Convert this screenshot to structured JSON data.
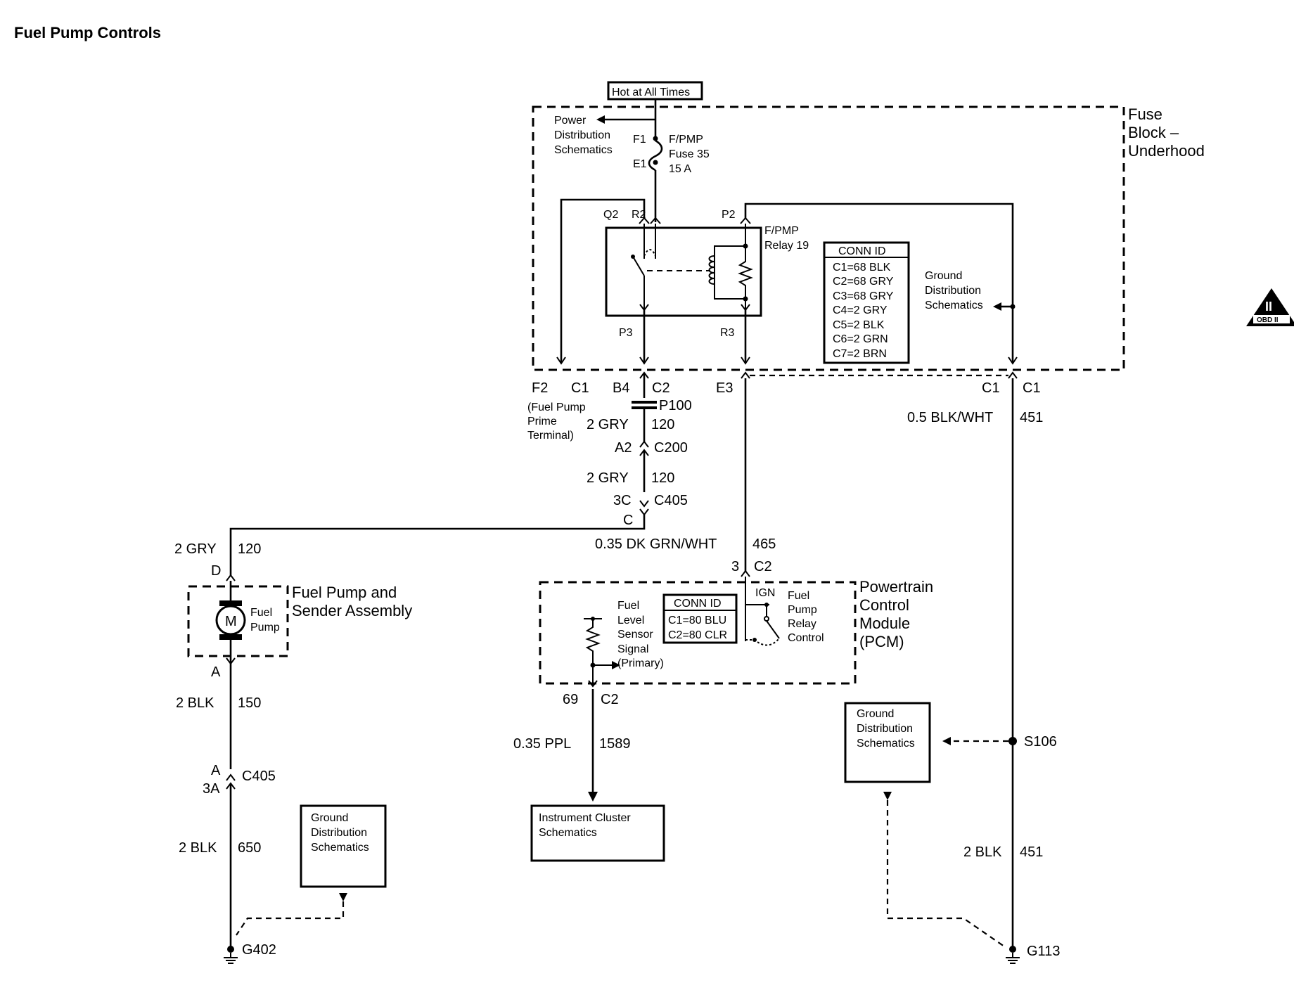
{
  "title": "Fuel Pump Controls",
  "hot_label": "Hot at All Times",
  "fuse_block": {
    "line1": "Fuse",
    "line2": "Block –",
    "line3": "Underhood"
  },
  "power_dist": [
    "Power",
    "Distribution",
    "Schematics"
  ],
  "fuse": {
    "pin_top": "F1",
    "pin_bottom": "E1",
    "line1": "F/PMP",
    "line2": "Fuse 35",
    "line3": "15 A"
  },
  "relay": {
    "line1": "F/PMP",
    "line2": "Relay 19",
    "pins": {
      "q2": "Q2",
      "r2": "R2",
      "p2": "P2",
      "p3": "P3",
      "r3": "R3"
    }
  },
  "conn_id_top": {
    "header": "CONN ID",
    "items": [
      "C1=68 BLK",
      "C2=68 GRY",
      "C3=68 GRY",
      "C4=2 GRY",
      "C5=2 BLK",
      "C6=2 GRN",
      "C7=2 BRN"
    ]
  },
  "ground_dist": [
    "Ground",
    "Distribution",
    "Schematics"
  ],
  "connectors": {
    "f2": "F2",
    "c1a": "C1",
    "b4": "B4",
    "c2a": "C2",
    "e3": "E3",
    "c1b": "C1",
    "c1c": "C1",
    "prime": [
      "(Fuel Pump",
      "Prime",
      "Terminal)"
    ],
    "p100": "P100",
    "a2": "A2",
    "c200": "C200",
    "c3": "3C",
    "c405a": "C405",
    "c": "C",
    "d": "D",
    "a": "A",
    "pin3": "3",
    "c2b": "C2",
    "pin69": "69",
    "c2c": "C2",
    "a_b": "A",
    "a3": "3A",
    "c405b": "C405"
  },
  "wires": {
    "gry_a_color": "2 GRY",
    "gry_a_num": "120",
    "gry_b_color": "2 GRY",
    "gry_b_num": "120",
    "gry_c_color": "2 GRY",
    "gry_c_num": "120",
    "blkwht_color": "0.5 BLK/WHT",
    "blkwht_num": "451",
    "grnwht_color": "0.35 DK GRN/WHT",
    "grnwht_num": "465",
    "blk150_color": "2 BLK",
    "blk150_num": "150",
    "blk650_color": "2 BLK",
    "blk650_num": "650",
    "ppl_color": "0.35 PPL",
    "ppl_num": "1589",
    "blk451_color": "2 BLK",
    "blk451_num": "451"
  },
  "fuel_pump_assembly": {
    "line1": "Fuel Pump and",
    "line2": "Sender Assembly",
    "motor": "M",
    "pump1": "Fuel",
    "pump2": "Pump"
  },
  "pcm": {
    "line1": "Powertrain",
    "line2": "Control",
    "line3": "Module",
    "line4": "(PCM)",
    "conn_header": "CONN ID",
    "conn_items": [
      "C1=80 BLU",
      "C2=80 CLR"
    ],
    "ign": "IGN",
    "relay_ctrl": [
      "Fuel",
      "Pump",
      "Relay",
      "Control"
    ],
    "sensor": [
      "Fuel",
      "Level",
      "Sensor",
      "Signal",
      "(Primary)"
    ]
  },
  "ground_box_left": [
    "Ground",
    "Distribution",
    "Schematics"
  ],
  "ground_box_right": [
    "Ground",
    "Distribution",
    "Schematics"
  ],
  "instrument": [
    "Instrument Cluster",
    "Schematics"
  ],
  "splice": "S106",
  "grounds": {
    "g402": "G402",
    "g113": "G113"
  },
  "obd": {
    "roman": "II",
    "label": "OBD II"
  }
}
